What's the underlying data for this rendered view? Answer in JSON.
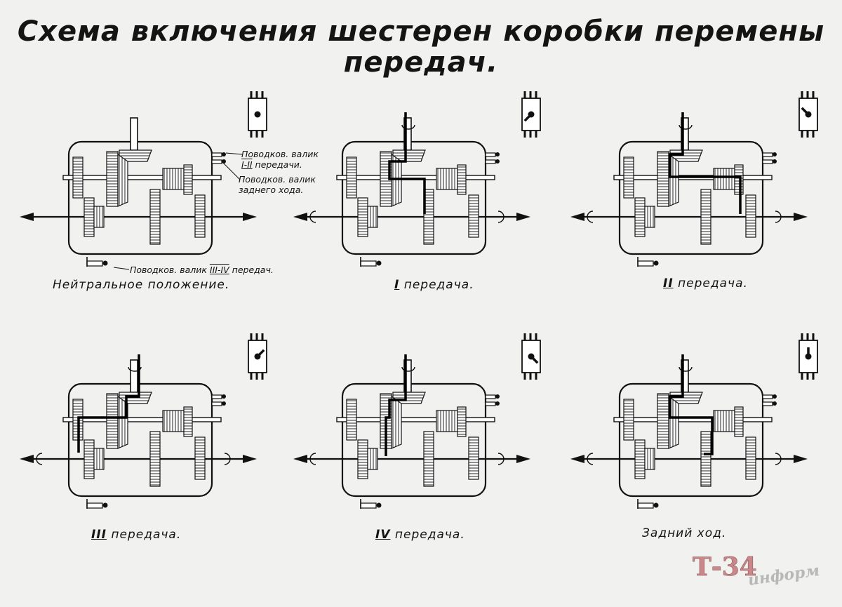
{
  "title": {
    "line1": "Схема включения шестерен коробки перемены",
    "line2": "передач."
  },
  "callouts": {
    "shaft_1_2_a": "Поводков. валик",
    "shaft_1_2_b": "I-II",
    "shaft_1_2_c": " передачи.",
    "reverse_a": "Поводков. валик",
    "reverse_b": "заднего хода.",
    "shaft_3_4_a": "Поводков. валик",
    "shaft_3_4_b": "III-IV",
    "shaft_3_4_c": " передач."
  },
  "panels": [
    {
      "roman": "",
      "label": "Нейтральное положение."
    },
    {
      "roman": "I",
      "label": " передача."
    },
    {
      "roman": "II",
      "label": " передача."
    },
    {
      "roman": "III",
      "label": " передача."
    },
    {
      "roman": "IV",
      "label": " передача."
    },
    {
      "roman": "",
      "label": "Задний ход."
    }
  ],
  "watermark": {
    "brand": "Т-34",
    "sub": "информ",
    "color": "#c9878a"
  }
}
